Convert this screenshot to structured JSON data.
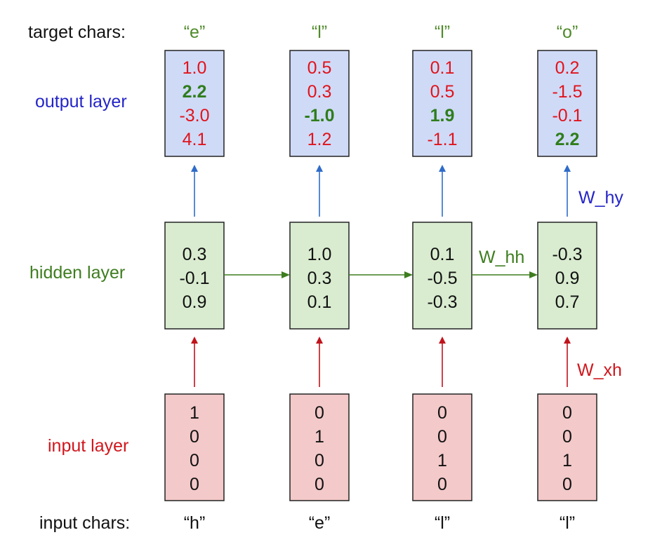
{
  "labels": {
    "target_chars": "target chars:",
    "output_layer": "output layer",
    "hidden_layer": "hidden layer",
    "input_layer": "input layer",
    "input_chars": "input chars:",
    "w_hh": "W_hh",
    "w_hy": "W_hy",
    "w_xh": "W_xh"
  },
  "target_chars": [
    "“e”",
    "“l”",
    "“l”",
    "“o”"
  ],
  "input_chars": [
    "“h”",
    "“e”",
    "“l”",
    "“l”"
  ],
  "output_layer": [
    [
      "1.0",
      "2.2",
      "-3.0",
      "4.1"
    ],
    [
      "0.5",
      "0.3",
      "-1.0",
      "1.2"
    ],
    [
      "0.1",
      "0.5",
      "1.9",
      "-1.1"
    ],
    [
      "0.2",
      "-1.5",
      "-0.1",
      "2.2"
    ]
  ],
  "output_correct_index": [
    1,
    2,
    2,
    3
  ],
  "hidden_layer": [
    [
      "0.3",
      "-0.1",
      "0.9"
    ],
    [
      "1.0",
      "0.3",
      "0.1"
    ],
    [
      "0.1",
      "-0.5",
      "-0.3"
    ],
    [
      "-0.3",
      "0.9",
      "0.7"
    ]
  ],
  "input_layer": [
    [
      "1",
      "0",
      "0",
      "0"
    ],
    [
      "0",
      "1",
      "0",
      "0"
    ],
    [
      "0",
      "0",
      "1",
      "0"
    ],
    [
      "0",
      "0",
      "1",
      "0"
    ]
  ],
  "colors": {
    "output_label": "#2424c8",
    "hidden_label": "#3e7d1f",
    "input_label": "#d0171d",
    "target_chars": "#4f8a2a",
    "output_fill": "#cfdaf7",
    "hidden_fill": "#d9ecd0",
    "input_fill": "#f3c9c9",
    "output_text": "#e0141c",
    "output_correct": "#2f7d1c",
    "arrow_blue": "#2f6cc9",
    "arrow_green": "#3e7d1f",
    "arrow_red": "#c0141c"
  }
}
